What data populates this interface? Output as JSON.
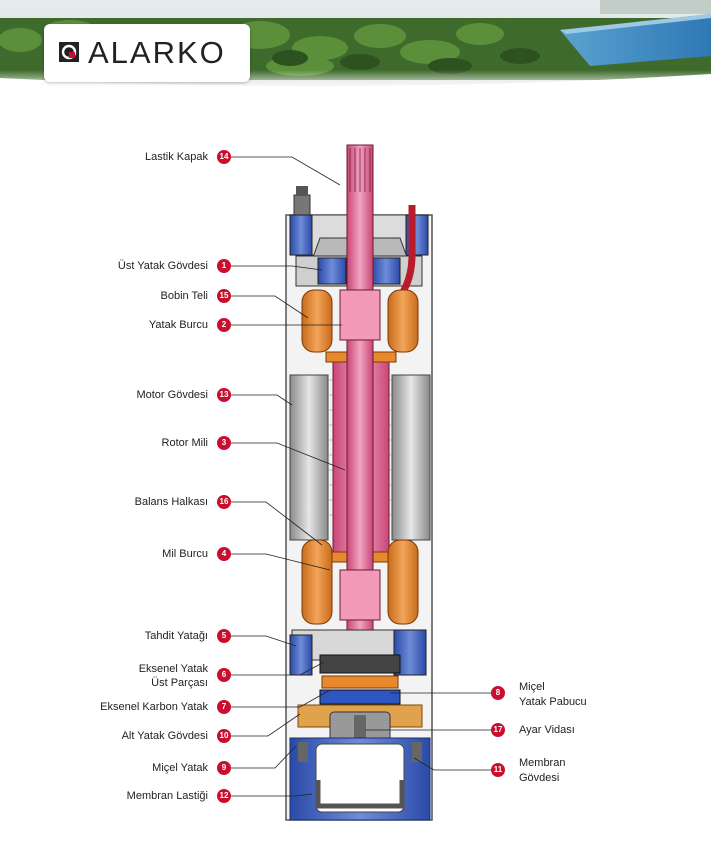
{
  "brand": {
    "name": "ALARKO",
    "color": "#c8102e"
  },
  "callouts": [
    {
      "num": "14",
      "text": "Lastik Kapak",
      "side": "left"
    },
    {
      "num": "1",
      "text": "Üst Yatak Gövdesi",
      "side": "left"
    },
    {
      "num": "15",
      "text": "Bobin Teli",
      "side": "left"
    },
    {
      "num": "2",
      "text": "Yatak Burcu",
      "side": "left"
    },
    {
      "num": "13",
      "text": "Motor Gövdesi",
      "side": "left"
    },
    {
      "num": "3",
      "text": "Rotor Mili",
      "side": "left"
    },
    {
      "num": "16",
      "text": "Balans Halkası",
      "side": "left"
    },
    {
      "num": "4",
      "text": "Mil Burcu",
      "side": "left"
    },
    {
      "num": "5",
      "text": "Tahdit Yatağı",
      "side": "left"
    },
    {
      "num": "6",
      "text": "Eksenel Yatak Üst Parçası",
      "line1": "Eksenel Yatak",
      "line2": "Üst Parçası",
      "side": "left"
    },
    {
      "num": "7",
      "text": "Eksenel Karbon Yatak",
      "side": "left"
    },
    {
      "num": "10",
      "text": "Alt Yatak Gövdesi",
      "side": "left"
    },
    {
      "num": "9",
      "text": "Miçel Yatak",
      "side": "left"
    },
    {
      "num": "12",
      "text": "Membran Lastiği",
      "side": "left"
    },
    {
      "num": "8",
      "text": "Miçel Yatak Pabucu",
      "line1": "Miçel",
      "line2": "Yatak Pabucu",
      "side": "right"
    },
    {
      "num": "17",
      "text": "Ayar Vidası",
      "side": "right"
    },
    {
      "num": "11",
      "text": "Membran Gövdesi",
      "line1": "Membran",
      "line2": "Gövdesi",
      "side": "right"
    }
  ]
}
